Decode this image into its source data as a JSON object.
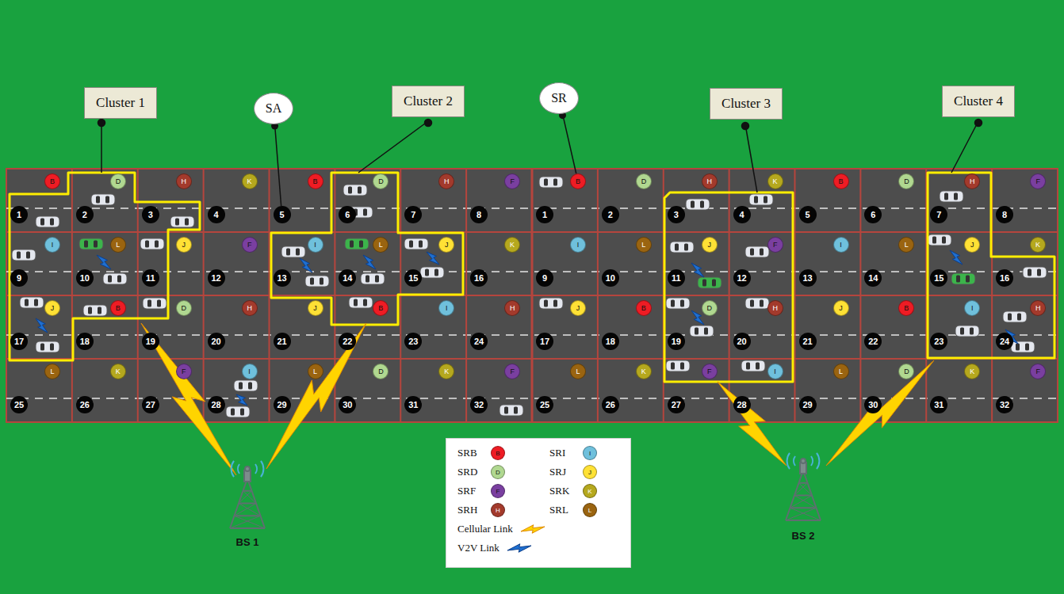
{
  "diagram": {
    "nodes": [
      {
        "text": [
          "Cluster 1"
        ]
      },
      {
        "text": [
          "SA"
        ]
      },
      {
        "text": [
          "Cluster 2"
        ]
      },
      {
        "text": [
          "SR"
        ]
      },
      {
        "text": [
          "Cluster 3"
        ]
      },
      {
        "text": [
          "Cluster 4"
        ]
      },
      {
        "text": [
          "B"
        ]
      },
      {
        "text": [
          "1"
        ]
      },
      {
        "text": [
          "D"
        ]
      },
      {
        "text": [
          "2"
        ]
      },
      {
        "text": [
          "H"
        ]
      },
      {
        "text": [
          "3"
        ]
      },
      {
        "text": [
          "K"
        ]
      },
      {
        "text": [
          "4"
        ]
      },
      {
        "text": [
          "B"
        ]
      },
      {
        "text": [
          "5"
        ]
      },
      {
        "text": [
          "D"
        ]
      },
      {
        "text": [
          "6"
        ]
      },
      {
        "text": [
          "H"
        ]
      },
      {
        "text": [
          "7"
        ]
      },
      {
        "text": [
          "F"
        ]
      },
      {
        "text": [
          "8"
        ]
      },
      {
        "text": [
          "B"
        ]
      },
      {
        "text": [
          "1"
        ]
      },
      {
        "text": [
          "D"
        ]
      },
      {
        "text": [
          "2"
        ]
      },
      {
        "text": [
          "H"
        ]
      },
      {
        "text": [
          "3"
        ]
      },
      {
        "text": [
          "K"
        ]
      },
      {
        "text": [
          "4"
        ]
      },
      {
        "text": [
          "B"
        ]
      },
      {
        "text": [
          "5"
        ]
      },
      {
        "text": [
          "D"
        ]
      },
      {
        "text": [
          "6"
        ]
      },
      {
        "text": [
          "H"
        ]
      },
      {
        "text": [
          "7"
        ]
      },
      {
        "text": [
          "F"
        ]
      },
      {
        "text": [
          "8"
        ]
      },
      {
        "text": [
          "I"
        ]
      },
      {
        "text": [
          "9"
        ]
      },
      {
        "text": [
          "L"
        ]
      },
      {
        "text": [
          "10"
        ]
      },
      {
        "text": [
          "J"
        ]
      },
      {
        "text": [
          "11"
        ]
      },
      {
        "text": [
          "F"
        ]
      },
      {
        "text": [
          "12"
        ]
      },
      {
        "text": [
          "I"
        ]
      },
      {
        "text": [
          "13"
        ]
      },
      {
        "text": [
          "L"
        ]
      },
      {
        "text": [
          "14"
        ]
      },
      {
        "text": [
          "J"
        ]
      },
      {
        "text": [
          "15"
        ]
      },
      {
        "text": [
          "K"
        ]
      },
      {
        "text": [
          "16"
        ]
      },
      {
        "text": [
          "I"
        ]
      },
      {
        "text": [
          "9"
        ]
      },
      {
        "text": [
          "L"
        ]
      },
      {
        "text": [
          "10"
        ]
      },
      {
        "text": [
          "J"
        ]
      },
      {
        "text": [
          "11"
        ]
      },
      {
        "text": [
          "F"
        ]
      },
      {
        "text": [
          "12"
        ]
      },
      {
        "text": [
          "I"
        ]
      },
      {
        "text": [
          "13"
        ]
      },
      {
        "text": [
          "L"
        ]
      },
      {
        "text": [
          "14"
        ]
      },
      {
        "text": [
          "J"
        ]
      },
      {
        "text": [
          "15"
        ]
      },
      {
        "text": [
          "K"
        ]
      },
      {
        "text": [
          "16"
        ]
      },
      {
        "text": [
          "J"
        ]
      },
      {
        "text": [
          "17"
        ]
      },
      {
        "text": [
          "B"
        ]
      },
      {
        "text": [
          "18"
        ]
      },
      {
        "text": [
          "D"
        ]
      },
      {
        "text": [
          "19"
        ]
      },
      {
        "text": [
          "H"
        ]
      },
      {
        "text": [
          "20"
        ]
      },
      {
        "text": [
          "J"
        ]
      },
      {
        "text": [
          "21"
        ]
      },
      {
        "text": [
          "B"
        ]
      },
      {
        "text": [
          "22"
        ]
      },
      {
        "text": [
          "I"
        ]
      },
      {
        "text": [
          "23"
        ]
      },
      {
        "text": [
          "H"
        ]
      },
      {
        "text": [
          "24"
        ]
      },
      {
        "text": [
          "J"
        ]
      },
      {
        "text": [
          "17"
        ]
      },
      {
        "text": [
          "B"
        ]
      },
      {
        "text": [
          "18"
        ]
      },
      {
        "text": [
          "D"
        ]
      },
      {
        "text": [
          "19"
        ]
      },
      {
        "text": [
          "H"
        ]
      },
      {
        "text": [
          "20"
        ]
      },
      {
        "text": [
          "J"
        ]
      },
      {
        "text": [
          "21"
        ]
      },
      {
        "text": [
          "B"
        ]
      },
      {
        "text": [
          "22"
        ]
      },
      {
        "text": [
          "I"
        ]
      },
      {
        "text": [
          "23"
        ]
      },
      {
        "text": [
          "H"
        ]
      },
      {
        "text": [
          "24"
        ]
      },
      {
        "text": [
          "L"
        ]
      },
      {
        "text": [
          "25"
        ]
      },
      {
        "text": [
          "K"
        ]
      },
      {
        "text": [
          "26"
        ]
      },
      {
        "text": [
          "F"
        ]
      },
      {
        "text": [
          "27"
        ]
      },
      {
        "text": [
          "I"
        ]
      },
      {
        "text": [
          "28"
        ]
      },
      {
        "text": [
          "L"
        ]
      },
      {
        "text": [
          "29"
        ]
      },
      {
        "text": [
          "D"
        ]
      },
      {
        "text": [
          "30"
        ]
      },
      {
        "text": [
          "K"
        ]
      },
      {
        "text": [
          "31"
        ]
      },
      {
        "text": [
          "F"
        ]
      },
      {
        "text": [
          "32"
        ]
      },
      {
        "text": [
          "L"
        ]
      },
      {
        "text": [
          "25"
        ]
      },
      {
        "text": [
          "K"
        ]
      },
      {
        "text": [
          "26"
        ]
      },
      {
        "text": [
          "F"
        ]
      },
      {
        "text": [
          "27"
        ]
      },
      {
        "text": [
          "I"
        ]
      },
      {
        "text": [
          "28"
        ]
      },
      {
        "text": [
          "L"
        ]
      },
      {
        "text": [
          "29"
        ]
      },
      {
        "text": [
          "D"
        ]
      },
      {
        "text": [
          "30"
        ]
      },
      {
        "text": [
          "K"
        ]
      },
      {
        "text": [
          "31"
        ]
      },
      {
        "text": [
          "F"
        ]
      },
      {
        "text": [
          "32"
        ]
      }
    ],
    "edges": [
      {
        "from": 1,
        "to": 15,
        "arrow": "none"
      },
      {
        "from": 3,
        "to": 22,
        "arrow": "none"
      }
    ],
    "labels": [
      "BS 1",
      "BS 2",
      "B",
      "I",
      "D",
      "J",
      "F",
      "K",
      "H",
      "L"
    ],
    "legend": [
      {
        "text": "SRB",
        "color": "#ee1c24"
      },
      {
        "text": "SRI",
        "color": "#6fc0dc"
      },
      {
        "text": "SRD",
        "color": "#b0d890"
      },
      {
        "text": "SRJ",
        "color": "#ffe135"
      },
      {
        "text": "SRF",
        "color": "#7a3fa0"
      },
      {
        "text": "SRK",
        "color": "#b5a81e"
      },
      {
        "text": "SRH",
        "color": "#a33a2c"
      },
      {
        "text": "SRL",
        "color": "#9a6410"
      },
      {
        "text": "Cellular Link"
      },
      {
        "text": "V2V Link"
      }
    ]
  }
}
